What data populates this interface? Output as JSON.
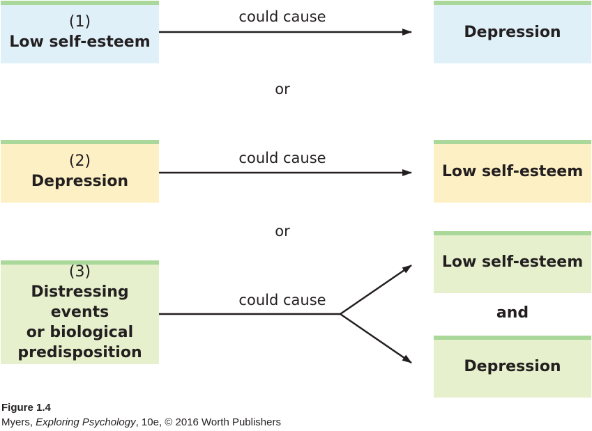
{
  "row1": {
    "left_number": "(1)",
    "left_label": "Low self-esteem",
    "arrow_label": "could cause",
    "right_label": "Depression"
  },
  "or_1": "or",
  "row2": {
    "left_number": "(2)",
    "left_label": "Depression",
    "arrow_label": "could cause",
    "right_label": "Low self-esteem"
  },
  "or_2": "or",
  "row3": {
    "left_number": "(3)",
    "left_label_lines": [
      "Distressing events",
      "or biological",
      "predisposition"
    ],
    "arrow_label": "could cause",
    "right_top_label": "Low self-esteem",
    "joiner": "and",
    "right_bottom_label": "Depression"
  },
  "caption": {
    "title": "Figure 1.4",
    "credit_author": "Myers, ",
    "credit_book": "Exploring Psychology",
    "credit_rest": ", 10e, © 2016 Worth Publishers"
  },
  "colors": {
    "row1_box": "#dff0f9",
    "row2_box": "#fdf0c4",
    "row3_box": "#e6f0cc",
    "top_bar": "#aad79a",
    "arrow": "#231f20"
  }
}
